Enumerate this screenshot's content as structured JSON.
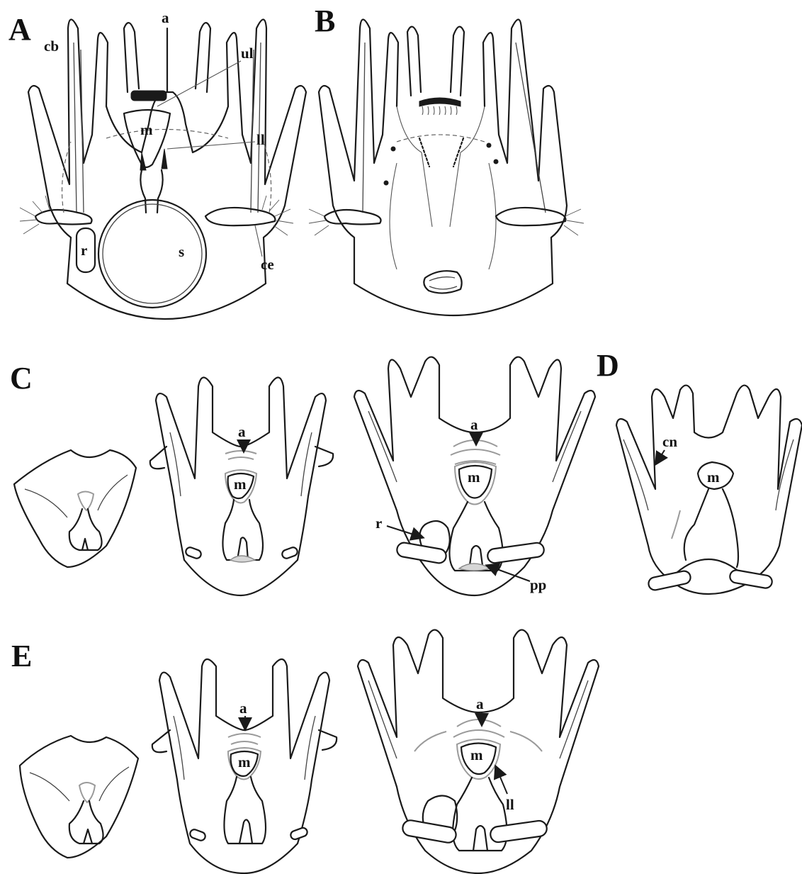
{
  "panels": {
    "A": {
      "letter": "A",
      "labels": {
        "a": "a",
        "cb": "cb",
        "ul": "ul",
        "m": "m",
        "ll": "ll",
        "r": "r",
        "s": "s",
        "ce": "ce"
      }
    },
    "B": {
      "letter": "B"
    },
    "C": {
      "letter": "C",
      "labels": {
        "a1": "a",
        "m1": "m",
        "a2": "a",
        "m2": "m",
        "r": "r",
        "pp": "pp"
      }
    },
    "D": {
      "letter": "D",
      "labels": {
        "cn": "cn",
        "m": "m"
      }
    },
    "E": {
      "letter": "E",
      "labels": {
        "a1": "a",
        "m1": "m",
        "a2": "a",
        "m2": "m",
        "ll": "ll"
      }
    }
  }
}
